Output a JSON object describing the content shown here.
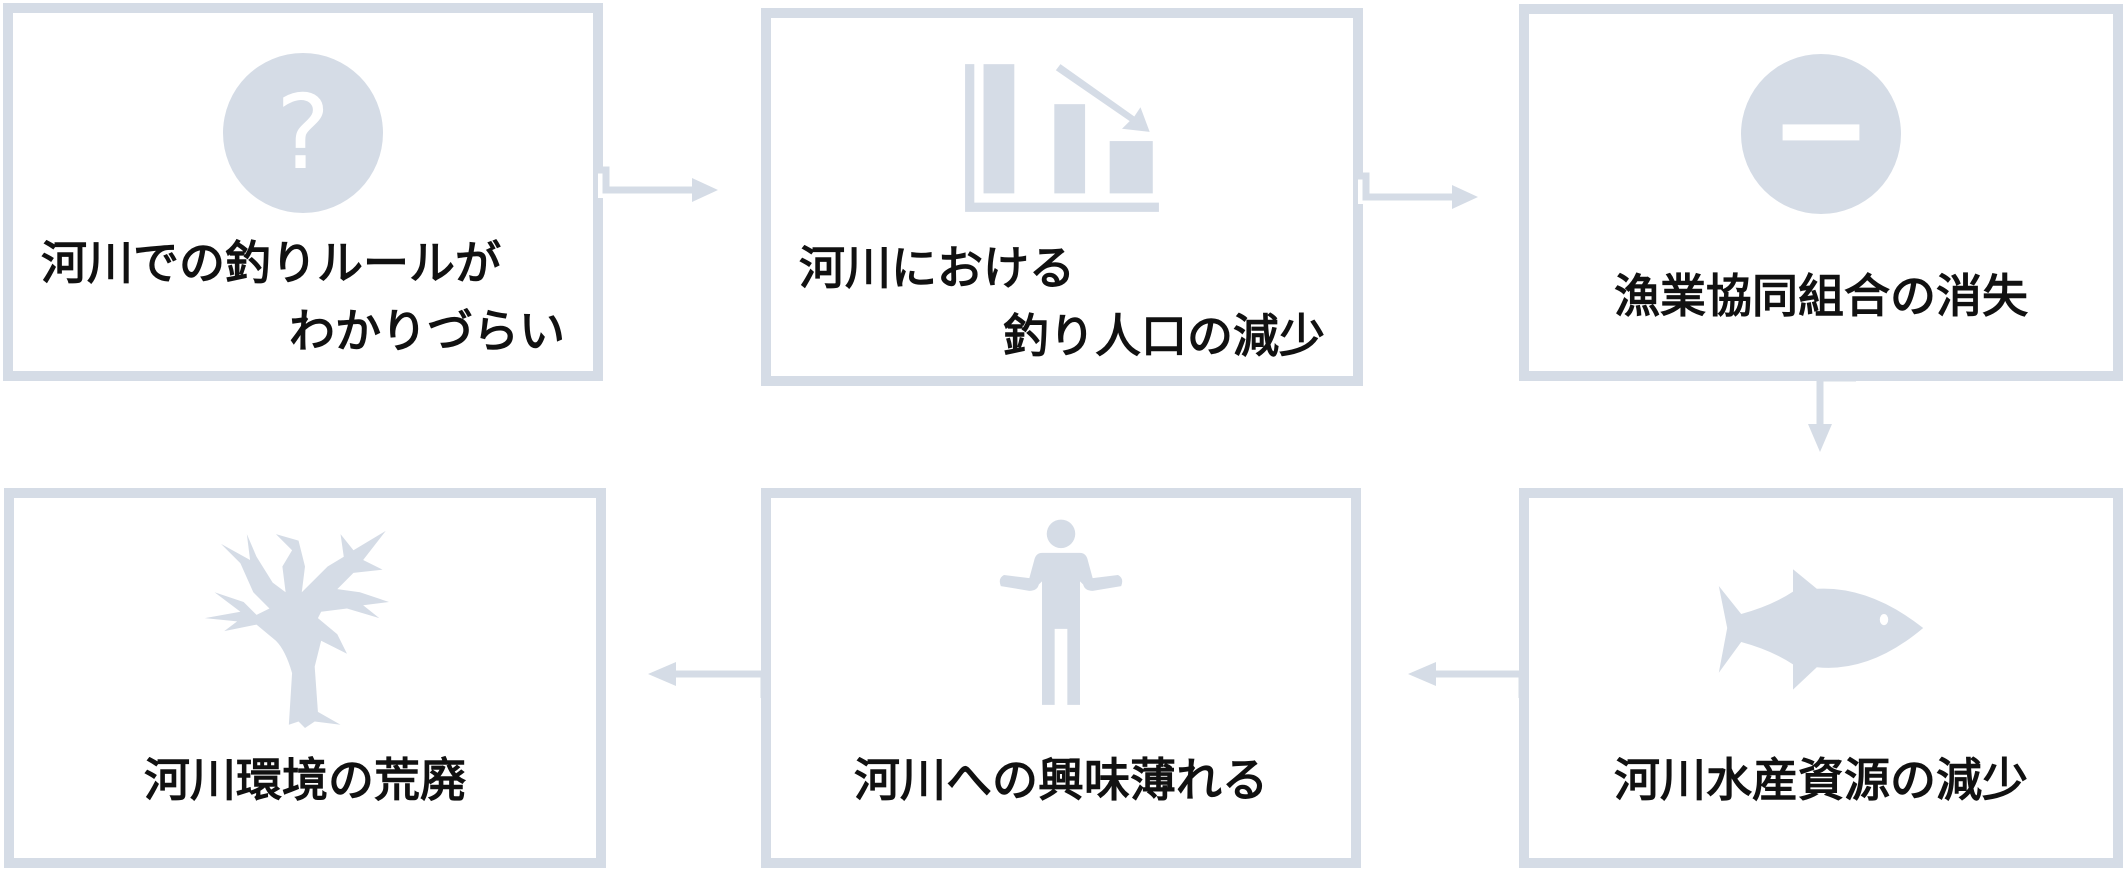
{
  "colors": {
    "frame": "#d5dce6",
    "text": "#111111"
  },
  "steps": [
    {
      "icon": "question-circle-icon",
      "line1": "河川での釣りルールが",
      "line2": "わかりづらい"
    },
    {
      "icon": "declining-bar-chart-icon",
      "line1": "河川における",
      "line2": "釣り人口の減少"
    },
    {
      "icon": "minus-circle-icon",
      "text": "漁業協同組合の消失"
    },
    {
      "icon": "fish-icon",
      "text": "河川水産資源の減少"
    },
    {
      "icon": "person-shrug-icon",
      "text": "河川への興味薄れる"
    },
    {
      "icon": "dead-tree-icon",
      "text": "河川環境の荒廃"
    }
  ]
}
